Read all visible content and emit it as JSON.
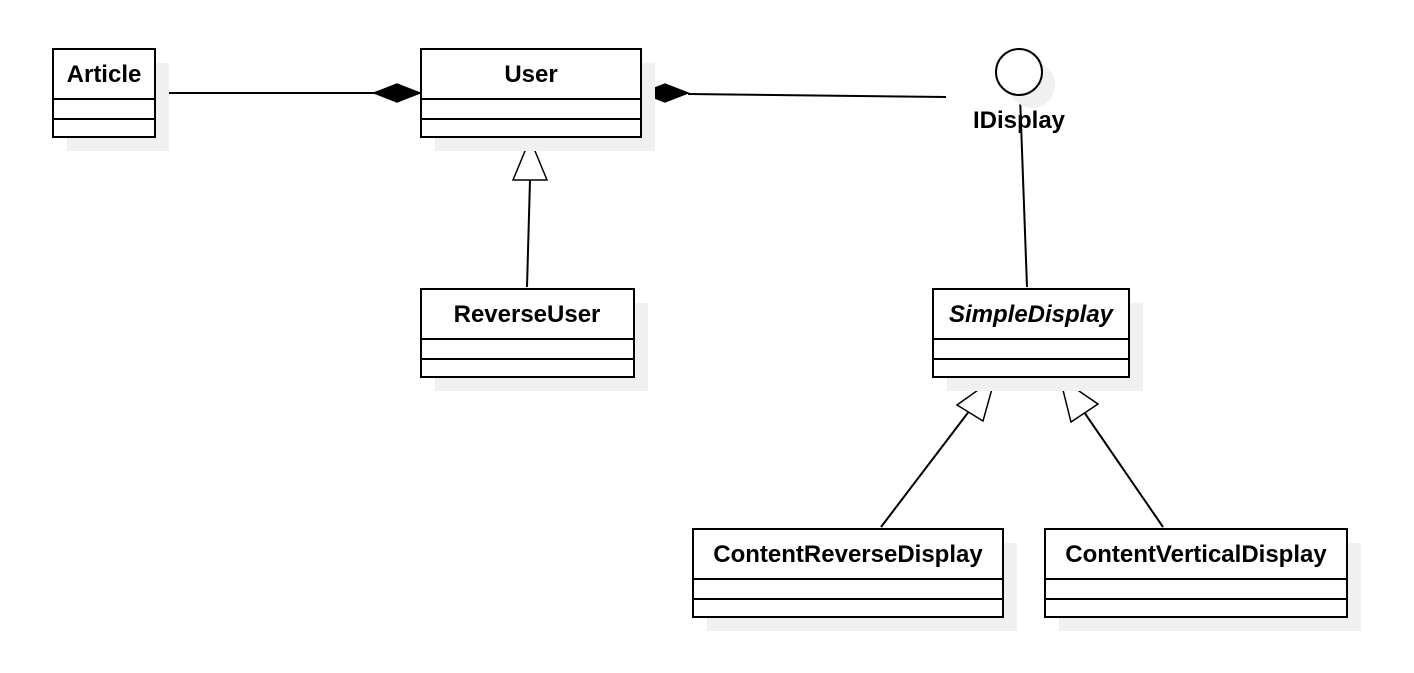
{
  "diagram": {
    "type": "uml-class-diagram",
    "classes": {
      "article": {
        "name": "Article",
        "abstract": false
      },
      "user": {
        "name": "User",
        "abstract": false
      },
      "reverse_user": {
        "name": "ReverseUser",
        "abstract": false
      },
      "simple_display": {
        "name": "SimpleDisplay",
        "abstract": true
      },
      "content_reverse_display": {
        "name": "ContentReverseDisplay",
        "abstract": false
      },
      "content_vertical_display": {
        "name": "ContentVerticalDisplay",
        "abstract": false
      }
    },
    "interfaces": {
      "idisplay": {
        "name": "IDisplay"
      }
    },
    "relationships": [
      {
        "kind": "composition",
        "from": "Article",
        "to": "User"
      },
      {
        "kind": "composition",
        "from": "IDisplay",
        "to": "User"
      },
      {
        "kind": "generalization",
        "from": "ReverseUser",
        "to": "User"
      },
      {
        "kind": "realization",
        "from": "SimpleDisplay",
        "to": "IDisplay"
      },
      {
        "kind": "generalization",
        "from": "ContentReverseDisplay",
        "to": "SimpleDisplay"
      },
      {
        "kind": "generalization",
        "from": "ContentVerticalDisplay",
        "to": "SimpleDisplay"
      }
    ]
  }
}
